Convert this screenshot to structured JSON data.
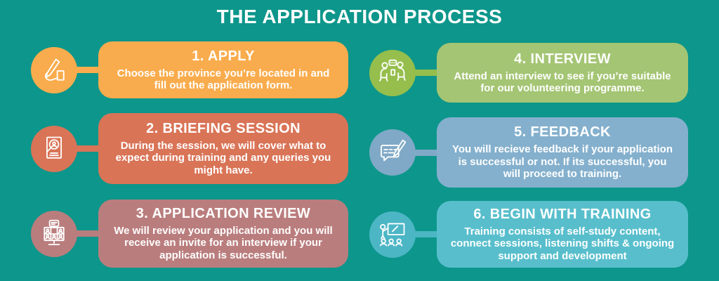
{
  "page": {
    "title": "THE APPLICATION PROCESS",
    "background_color": "#0D968B",
    "text_color": "#FFFFFF"
  },
  "steps": [
    {
      "title": "1. APPLY",
      "description": "Choose the province you’re located in and fill out the application form.",
      "icon": "pen-writing-icon",
      "circle_color": "#F9AC4D",
      "card_color": "#F9AC4D",
      "column": "left"
    },
    {
      "title": "2. BRIEFING SESSION",
      "description": "During the session, we will cover what to expect during training and any queries you might have.",
      "icon": "document-magnifier-icon",
      "circle_color": "#D97457",
      "card_color": "#D97457",
      "column": "left"
    },
    {
      "title": "3. APPLICATION REVIEW",
      "description": "We will review your application and you will receive an invite for an interview if your application is successful.",
      "icon": "video-call-review-icon",
      "circle_color": "#BA7D7D",
      "card_color": "#BA7D7D",
      "column": "left"
    },
    {
      "title": "4. INTERVIEW",
      "description": "Attend an interview to see if you’re suitable for our volunteering programme.",
      "icon": "interview-people-icon",
      "circle_color": "#95BE4C",
      "card_color": "#A4C573",
      "column": "right"
    },
    {
      "title": "5. FEEDBACK",
      "description": "You will recieve feedback if your application is successful or not. If its successful, you will proceed to training.",
      "icon": "feedback-pencil-icon",
      "circle_color": "#7FA9C6",
      "card_color": "#84B0CD",
      "column": "right"
    },
    {
      "title": "6. BEGIN WITH TRAINING",
      "description": "Training consists of self-study content, connect sessions, listening shifts & ongoing support and development",
      "icon": "training-presenter-icon",
      "circle_color": "#4CB6C5",
      "card_color": "#58BECC",
      "column": "right"
    }
  ]
}
